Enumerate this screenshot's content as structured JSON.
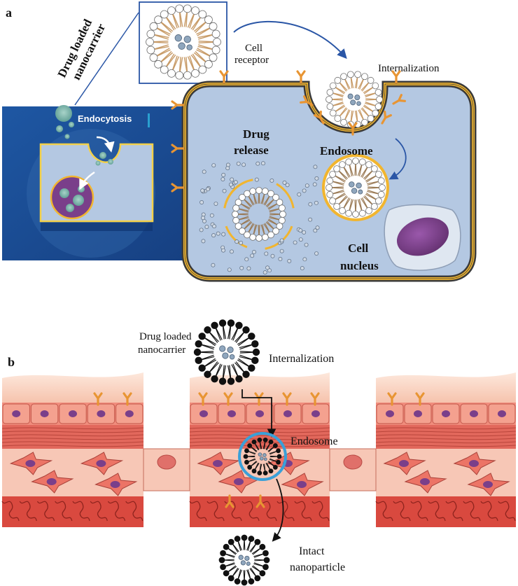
{
  "panel_a": {
    "panel_label": "a",
    "carrier_label_line1": "Drug loaded",
    "carrier_label_line2": "nanocarrier",
    "endocytosis": "Endocytosis",
    "cell_receptor_line1": "Cell",
    "cell_receptor_line2": "receptor",
    "internalization": "Internalization",
    "drug_release_line1": "Drug",
    "drug_release_line2": "release",
    "endosome": "Endosome",
    "cell_nucleus_line1": "Cell",
    "cell_nucleus_line2": "nucleus"
  },
  "panel_b": {
    "panel_label": "b",
    "carrier_label_line1": "Drug loaded",
    "carrier_label_line2": "nanocarrier",
    "internalization": "Internalization",
    "endosome": "Endosome",
    "intact_line1": "Intact",
    "intact_line2": "nanoparticle"
  },
  "colors": {
    "navy_panel": "#1d4f96",
    "cell_fill": "#b4c8e2",
    "membrane_yellow": "#f1b52f",
    "receptor_orange": "#e89533",
    "nucleus_purple": "#7a3f8a",
    "tissue_pink": "#f2b0a2",
    "tissue_red": "#d9493f",
    "endosome_ring_blue": "#3aa0d8"
  }
}
